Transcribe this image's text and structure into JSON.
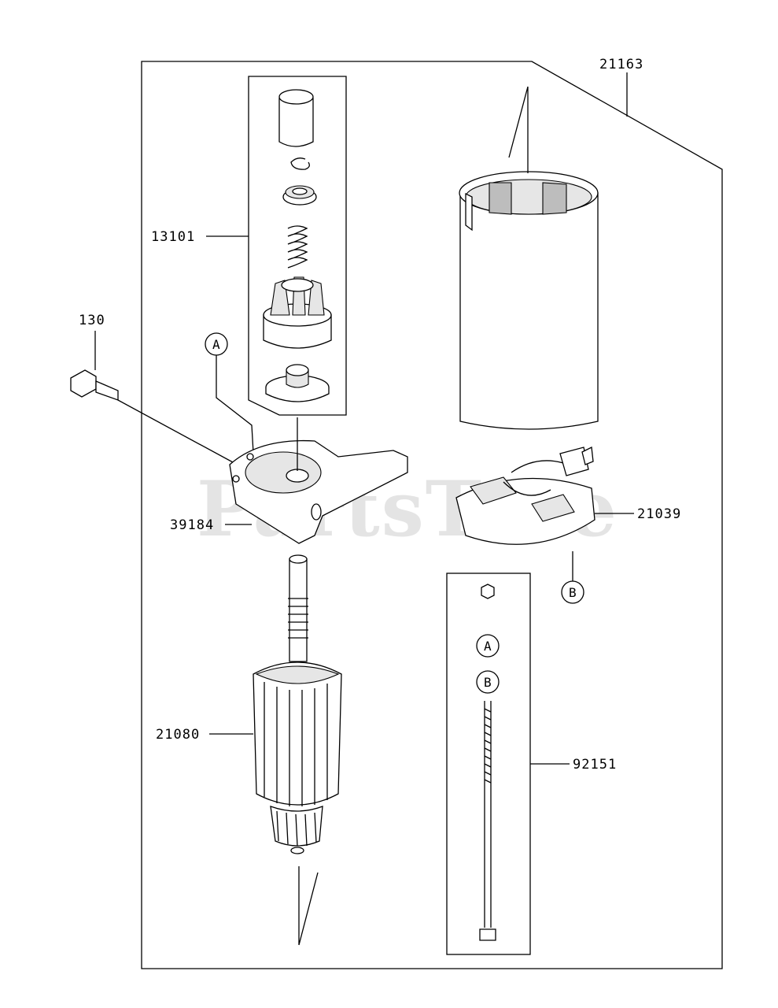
{
  "watermark": "PartsTree",
  "parts": {
    "p21163": "21163",
    "p13101": "13101",
    "p130": "130",
    "p39184": "39184",
    "p21039": "21039",
    "p21080": "21080",
    "p92151": "92151"
  },
  "callouts": {
    "a_bracket": "A",
    "b_brush": "B",
    "a_kit": "A",
    "b_kit": "B"
  }
}
